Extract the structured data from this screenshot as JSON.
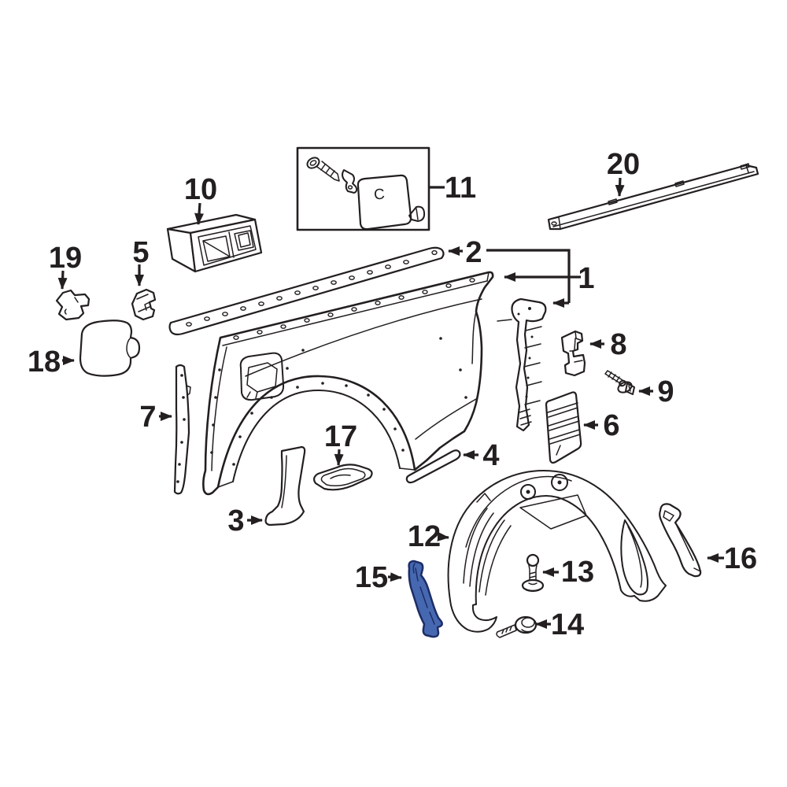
{
  "palette": {
    "background": "#ffffff",
    "line": "#231f20",
    "highlight_fill": "#4668b0",
    "highlight_stroke": "#1d2d66"
  },
  "callouts": {
    "c1": "1",
    "c2": "2",
    "c3": "3",
    "c4": "4",
    "c5": "5",
    "c6": "6",
    "c7": "7",
    "c8": "8",
    "c9": "9",
    "c10": "10",
    "c11": "11",
    "c12": "12",
    "c13": "13",
    "c14": "14",
    "c15": "15",
    "c16": "16",
    "c17": "17",
    "c18": "18",
    "c19": "19",
    "c20": "20"
  },
  "markings": {
    "hardware_plate": "C"
  }
}
